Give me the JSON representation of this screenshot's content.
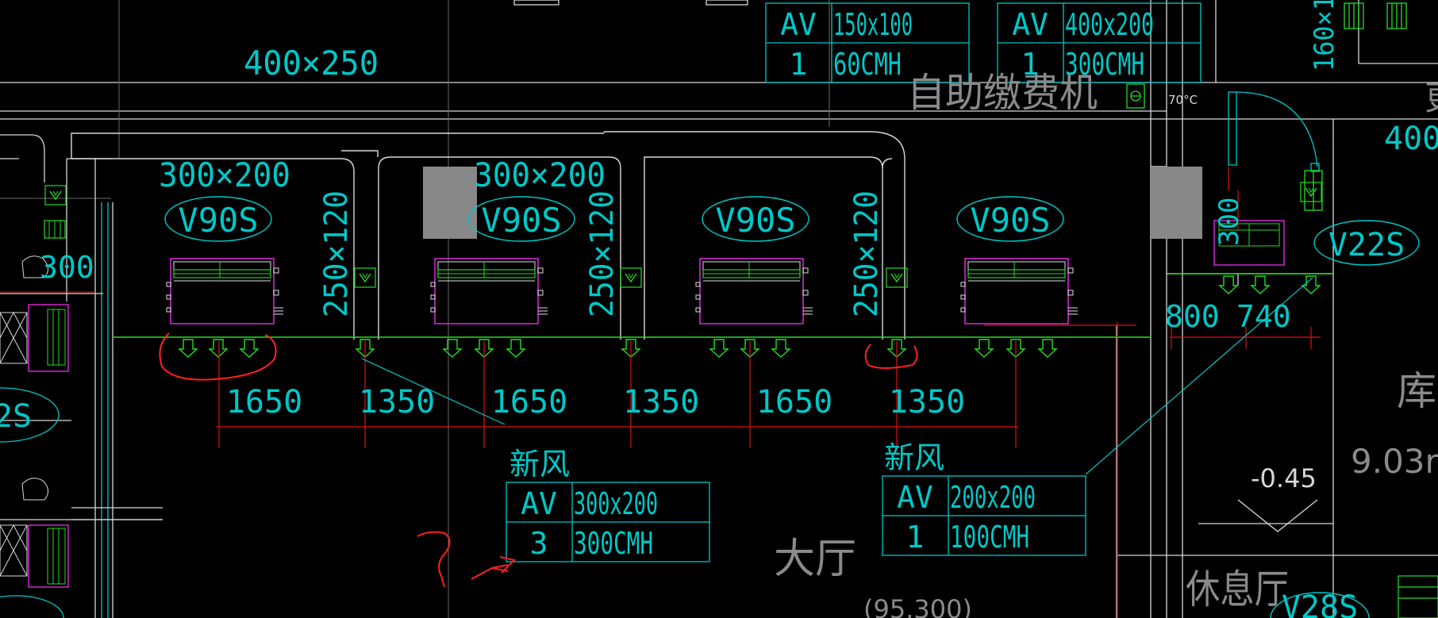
{
  "colors": {
    "background": "#000000",
    "wall": "#d8d8d8",
    "annotation": "#00c8c8",
    "diffuser": "#22dd22",
    "unit_outline": "#d026d0",
    "dimension_line": "#e01010",
    "markup": "#ff2020",
    "column_fill": "#888888"
  },
  "labels": {
    "duct_main": "400×250",
    "duct_300a": "300×200",
    "duct_300b": "300×200",
    "duct_250a": "250×120",
    "duct_250b": "250×120",
    "duct_250c": "250×120",
    "duct_400_right": "400",
    "duct_160_right": "160×1",
    "left_dim": "300",
    "right_dim_a": "800",
    "right_dim_b": "740",
    "right_dim_c": "300",
    "temp": "70°C",
    "level": "-0.45",
    "room_area": "9.03r",
    "elev": "(95.300)",
    "room_kiosk": "自助缴费机",
    "room_hall": "大厅",
    "room_rest": "休息厅",
    "room_store": "库房",
    "room_top_right": "更",
    "fresh_air_1": "新风",
    "fresh_air_2": "新风",
    "markup_question": "?"
  },
  "units": [
    {
      "model": "V90S"
    },
    {
      "model": "V90S"
    },
    {
      "model": "V90S"
    },
    {
      "model": "V90S"
    },
    {
      "model": "V22S"
    },
    {
      "model": "2S"
    },
    {
      "model": "V28S"
    }
  ],
  "dimensions": [
    "1650",
    "1350",
    "1650",
    "1350",
    "1650",
    "1350"
  ],
  "air_tables": [
    {
      "type": "AV",
      "size": "150x100",
      "qty": "1",
      "flow": "60CMH"
    },
    {
      "type": "AV",
      "size": "400x200",
      "qty": "1",
      "flow": "300CMH"
    },
    {
      "type": "AV",
      "size": "300x200",
      "qty": "3",
      "flow": "300CMH"
    },
    {
      "type": "AV",
      "size": "200x200",
      "qty": "1",
      "flow": "100CMH"
    }
  ]
}
